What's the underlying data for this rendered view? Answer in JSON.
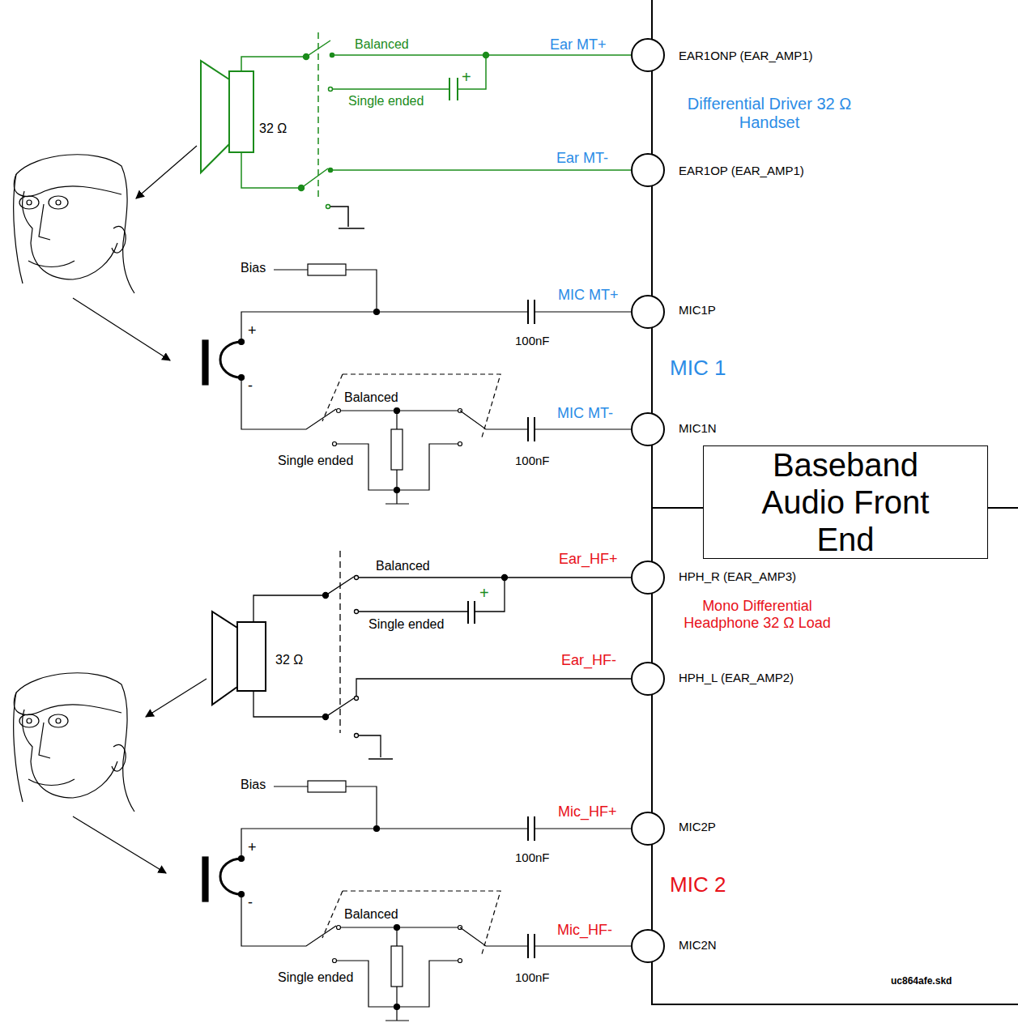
{
  "diagram": {
    "nodes": [
      {
        "text": [
          "Baseband Audio Front End"
        ]
      }
    ],
    "labels": [
      "Balanced",
      "Ear MT+",
      "EAR1ONP (EAR_AMP1)",
      "Single ended",
      "+",
      "32 Ω",
      "Differential Driver 32 Ω Handset",
      "Ear MT-",
      "EAR1OP (EAR_AMP1)",
      "Bias",
      "MIC MT+",
      "+",
      "MIC1P",
      "100nF",
      "-",
      "MIC 1",
      "Balanced",
      "MIC MT-",
      "MIC1N",
      "Single ended",
      "100nF",
      "Balanced",
      "Ear_HF+",
      "+",
      "HPH_R (EAR_AMP3)",
      "Mono Differential Headphone 32 Ω Load",
      "Single ended",
      "32 Ω",
      "Ear_HF-",
      "HPH_L (EAR_AMP2)",
      "Bias",
      "Mic_HF+",
      "+",
      "MIC2P",
      "100nF",
      "-",
      "MIC 2",
      "Balanced",
      "Mic_HF-",
      "MIC2N",
      "Single ended",
      "100nF",
      "uc864afe.skd"
    ]
  }
}
